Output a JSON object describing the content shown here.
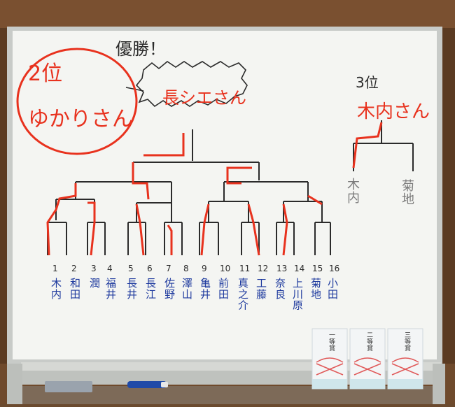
{
  "photo": {
    "winner_heading": "優勝！",
    "champion_name": "長シエさん",
    "second_place": {
      "rank": "2位",
      "name": "ゆかりさん"
    },
    "third_place": {
      "rank": "3位",
      "name": "木内さん"
    },
    "third_place_match": {
      "left": "木内",
      "right": "菊地"
    },
    "players": [
      {
        "seed": "1",
        "name": "木内"
      },
      {
        "seed": "2",
        "name": "和田"
      },
      {
        "seed": "3",
        "name": "潤"
      },
      {
        "seed": "4",
        "name": "福井"
      },
      {
        "seed": "5",
        "name": "長井"
      },
      {
        "seed": "6",
        "name": "長江"
      },
      {
        "seed": "7",
        "name": "佐野"
      },
      {
        "seed": "8",
        "name": "澤山"
      },
      {
        "seed": "9",
        "name": "亀井"
      },
      {
        "seed": "10",
        "name": "前田"
      },
      {
        "seed": "11",
        "name": "真之介"
      },
      {
        "seed": "12",
        "name": "工藤"
      },
      {
        "seed": "13",
        "name": "奈良"
      },
      {
        "seed": "14",
        "name": "上川原"
      },
      {
        "seed": "15",
        "name": "菊地"
      },
      {
        "seed": "16",
        "name": "小田"
      }
    ],
    "envelopes": [
      {
        "label": "一等賞"
      },
      {
        "label": "二等賞"
      },
      {
        "label": "三等賞"
      }
    ],
    "colors": {
      "red_marker": "#e8321e",
      "black_marker": "#2b2b2b",
      "blue_marker": "#1e3a9e",
      "board": "#f4f5f2"
    }
  }
}
